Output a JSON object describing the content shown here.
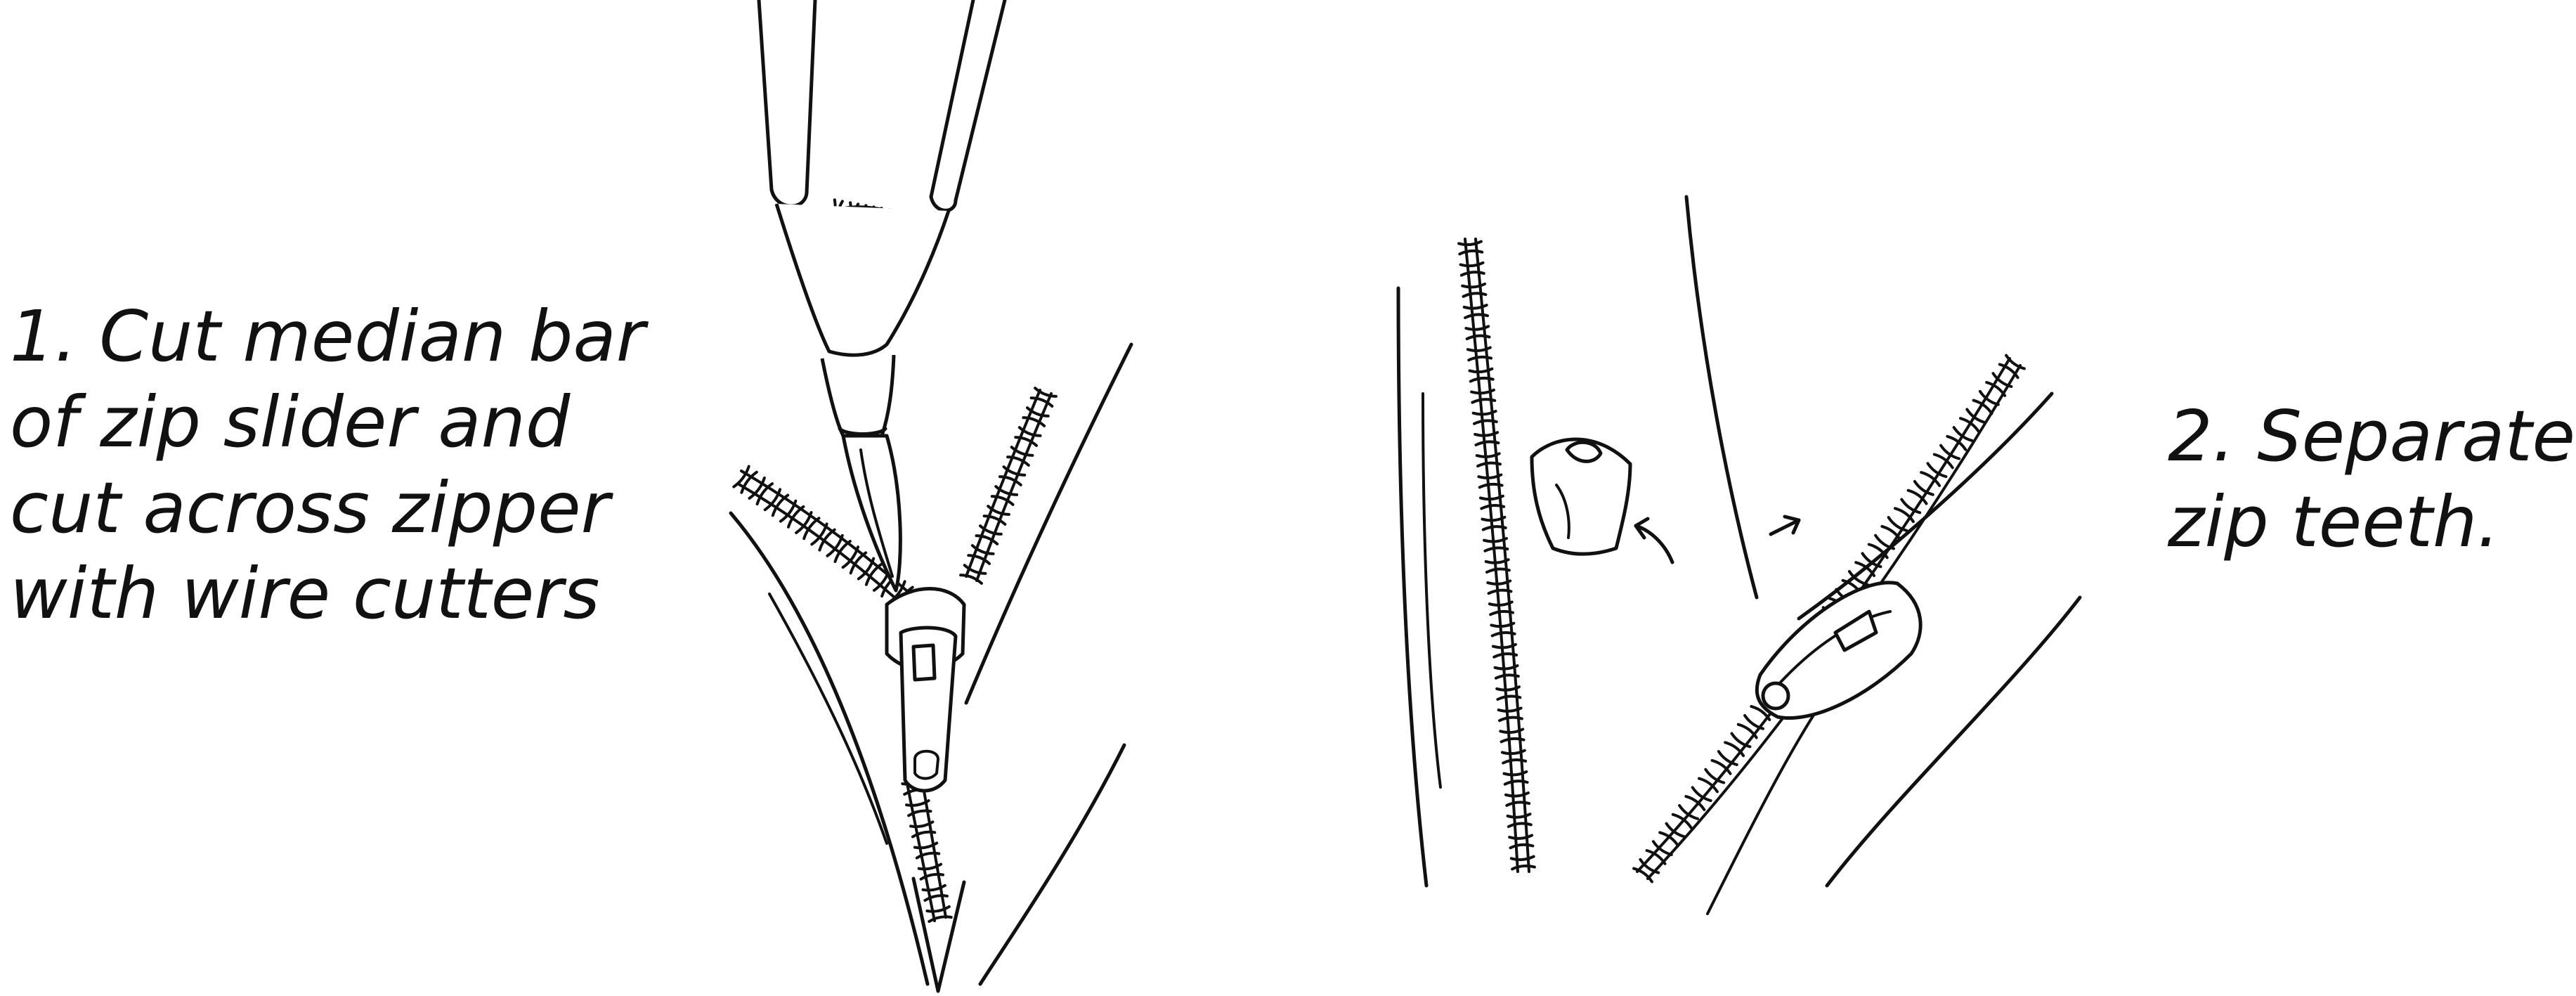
{
  "steps": [
    {
      "lines": [
        "1. Cut median bar",
        "of zip slider and",
        "cut across zipper",
        "with wire cutters"
      ]
    },
    {
      "lines": [
        "2. Separate",
        "zip teeth."
      ]
    }
  ]
}
